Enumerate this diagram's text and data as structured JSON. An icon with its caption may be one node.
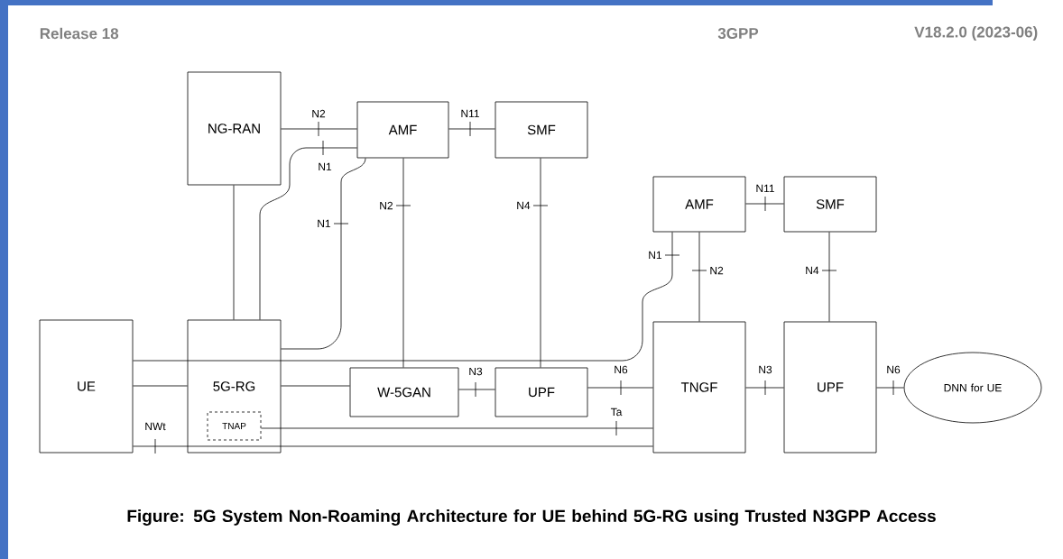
{
  "diagram": {
    "caption": "Figure: 5G System Non-Roaming Architecture for UE behind 5G-RG using Trusted N3GPP Access",
    "nodes": [
      {
        "text": [
          "NG-RAN"
        ]
      },
      {
        "text": [
          "AMF"
        ]
      },
      {
        "text": [
          "SMF"
        ]
      },
      {
        "text": [
          "AMF"
        ]
      },
      {
        "text": [
          "SMF"
        ]
      },
      {
        "text": [
          "UE"
        ]
      },
      {
        "text": [
          "5G-RG"
        ]
      },
      {
        "text": [
          "TNAP"
        ],
        "in": 6
      },
      {
        "text": [
          "W-5GAN"
        ]
      },
      {
        "text": [
          "UPF"
        ]
      },
      {
        "text": [
          "TNGF"
        ]
      },
      {
        "text": [
          "UPF"
        ]
      },
      {
        "text": [
          "DNN for UE"
        ]
      }
    ],
    "edges": [
      {
        "from": 0,
        "to": 1,
        "arrow": "none",
        "label": "N2"
      },
      {
        "from": 6,
        "to": 1,
        "arrow": "none",
        "label": "N1"
      },
      {
        "from": 0,
        "to": 6,
        "arrow": "none"
      },
      {
        "from": 1,
        "to": 2,
        "arrow": "none",
        "label": "N11"
      },
      {
        "from": 1,
        "to": 8,
        "arrow": "none",
        "label": "N2"
      },
      {
        "from": 6,
        "to": 1,
        "arrow": "none",
        "label": "N1"
      },
      {
        "from": 2,
        "to": 9,
        "arrow": "none",
        "label": "N4"
      },
      {
        "from": 3,
        "to": 4,
        "arrow": "none",
        "label": "N11"
      },
      {
        "from": 5,
        "to": 3,
        "arrow": "none",
        "label": "N1"
      },
      {
        "from": 3,
        "to": 10,
        "arrow": "none",
        "label": "N2"
      },
      {
        "from": 4,
        "to": 11,
        "arrow": "none",
        "label": "N4"
      },
      {
        "from": 5,
        "to": 6,
        "arrow": "none"
      },
      {
        "from": 6,
        "to": 8,
        "arrow": "none"
      },
      {
        "from": 8,
        "to": 9,
        "arrow": "none",
        "label": "N3"
      },
      {
        "from": 9,
        "to": 10,
        "arrow": "none",
        "label": "N6"
      },
      {
        "from": 10,
        "to": 11,
        "arrow": "none",
        "label": "N3"
      },
      {
        "from": 11,
        "to": 12,
        "arrow": "none",
        "label": "N6"
      },
      {
        "from": 7,
        "to": 10,
        "arrow": "none",
        "label": "Ta"
      },
      {
        "from": 5,
        "to": 10,
        "arrow": "none",
        "label": "NWt"
      }
    ],
    "labels": [
      "Release 18",
      "3GPP",
      "V18.2.0 (2023-06)"
    ]
  }
}
